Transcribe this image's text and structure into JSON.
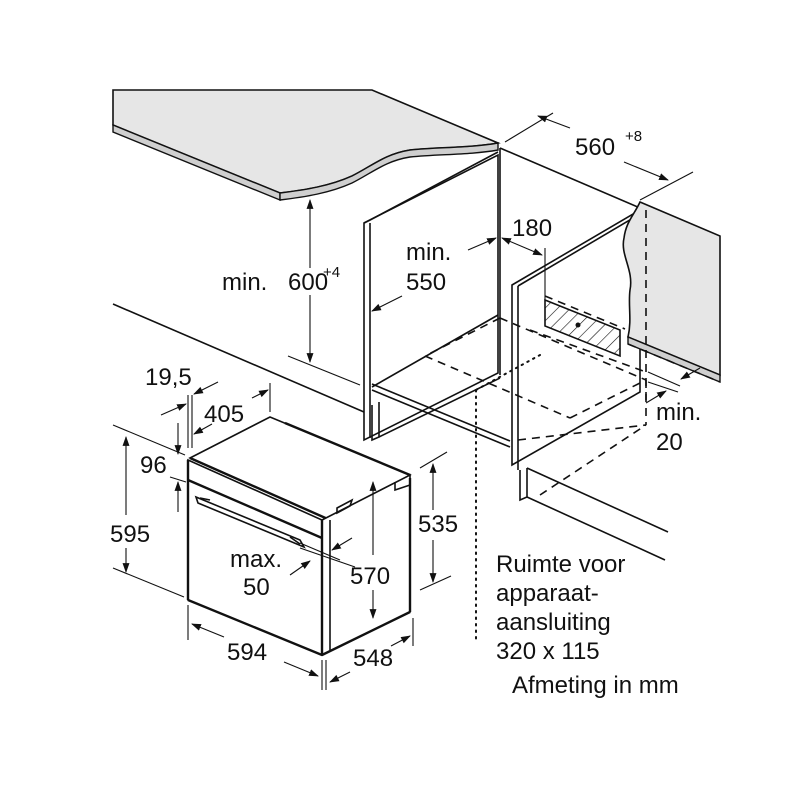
{
  "diagram": {
    "type": "oven installation dimension drawing",
    "unit_note": "Afmeting in mm",
    "colors": {
      "line": "#111111",
      "panel_fill": "#e6e6e6",
      "edge_fill": "#cfcfcf",
      "background": "#ffffff"
    },
    "cabinet_dimensions": {
      "niche_height": {
        "prefix": "min.",
        "value": "600",
        "tolerance": "+4"
      },
      "niche_depth": {
        "prefix": "min.",
        "value": "550"
      },
      "niche_width": {
        "value": "560",
        "tolerance": "+8"
      },
      "connection_offset": {
        "value": "180"
      },
      "rear_gap": {
        "prefix": "min.",
        "value": "20"
      }
    },
    "oven_dimensions": {
      "front_panel_thickness": {
        "value": "19,5"
      },
      "top_depth": {
        "value": "405"
      },
      "control_panel_height": {
        "value": "96"
      },
      "total_height": {
        "value": "595"
      },
      "handle_depth": {
        "prefix": "max.",
        "value": "50"
      },
      "body_height": {
        "value": "570"
      },
      "rear_height": {
        "value": "535"
      },
      "width": {
        "value": "594"
      },
      "body_depth": {
        "value": "548"
      }
    },
    "connection_note": {
      "lines": [
        "Ruimte voor",
        "apparaat-",
        "aansluiting",
        "320 x 115"
      ]
    }
  }
}
